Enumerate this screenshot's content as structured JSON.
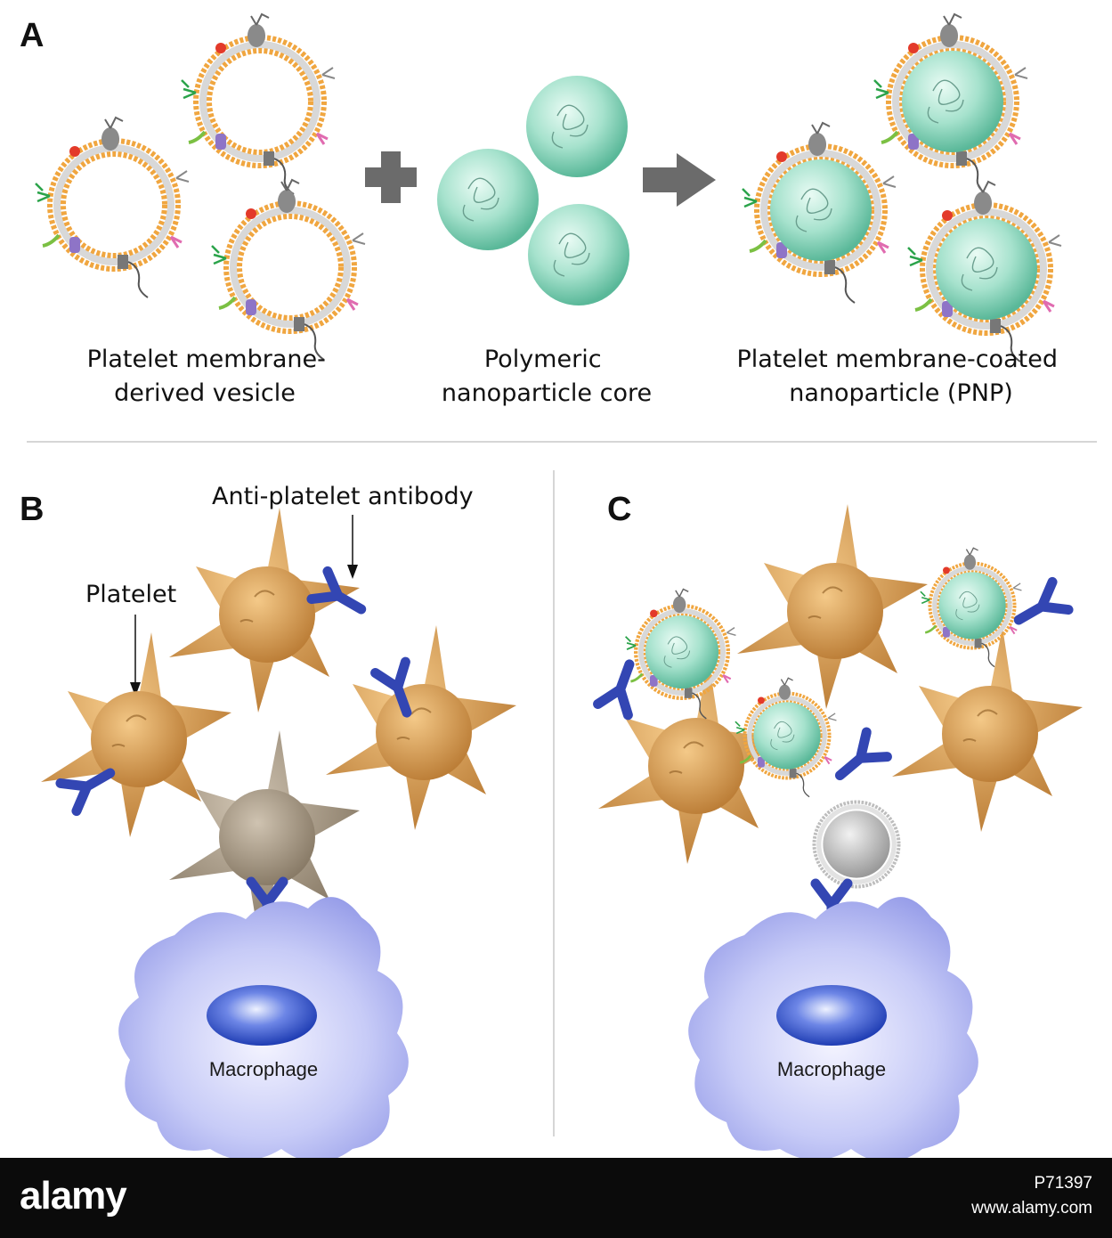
{
  "panels": {
    "a": "A",
    "b": "B",
    "c": "C"
  },
  "captions": {
    "vesicle": [
      "Platelet membrane-",
      "derived vesicle"
    ],
    "core": [
      "Polymeric",
      "nanoparticle core"
    ],
    "pnp": [
      "Platelet membrane-coated",
      "nanoparticle (PNP)"
    ]
  },
  "labels": {
    "antibody": "Anti-platelet antibody",
    "platelet": "Platelet",
    "macrophage_b": "Macrophage",
    "macrophage_c": "Macrophage"
  },
  "footer": {
    "logo": "alamy",
    "image_id": "P71397",
    "site": "www.alamy.com"
  },
  "colors": {
    "membrane_orange": "#f0a640",
    "core_teal": "#9fdcc8",
    "platelet": "#d99a4e",
    "bound_platelet": "#a89a86",
    "antibody": "#3346b3",
    "macrophage": "#a9aef0",
    "nucleus": "#2e4cc4"
  }
}
